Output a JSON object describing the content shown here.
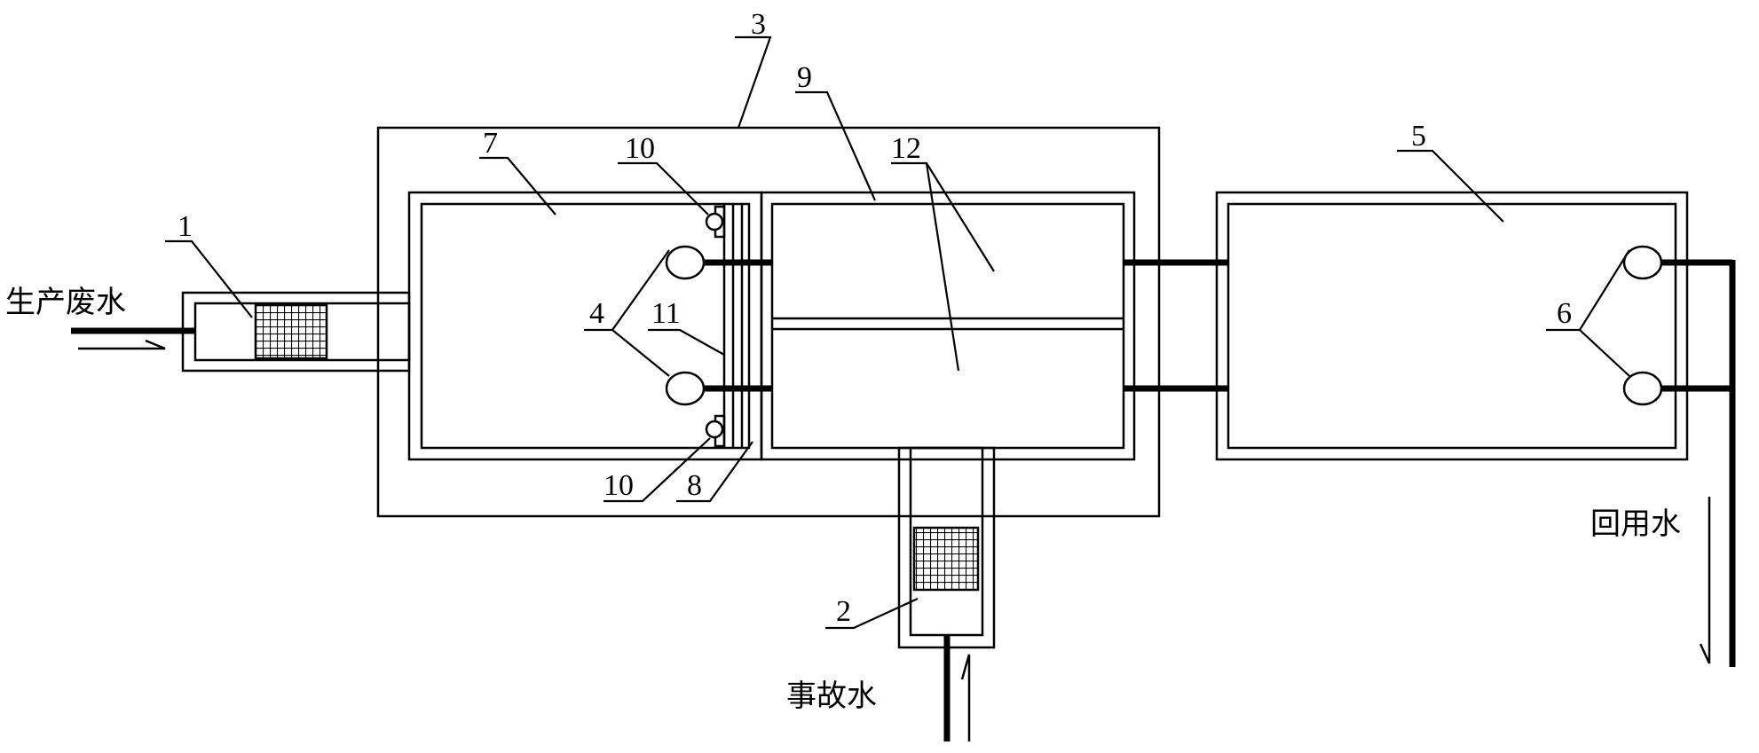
{
  "labels": {
    "production_wastewater": "生产废水",
    "accident_water": "事故水",
    "reuse_water": "回用水"
  },
  "callouts": {
    "c1": "1",
    "c2": "2",
    "c3": "3",
    "c4": "4",
    "c5": "5",
    "c6": "6",
    "c7": "7",
    "c8": "8",
    "c9": "9",
    "c10_top": "10",
    "c10_bottom": "10",
    "c11": "11",
    "c12": "12"
  },
  "colors": {
    "line": "#000000",
    "background": "#ffffff"
  }
}
